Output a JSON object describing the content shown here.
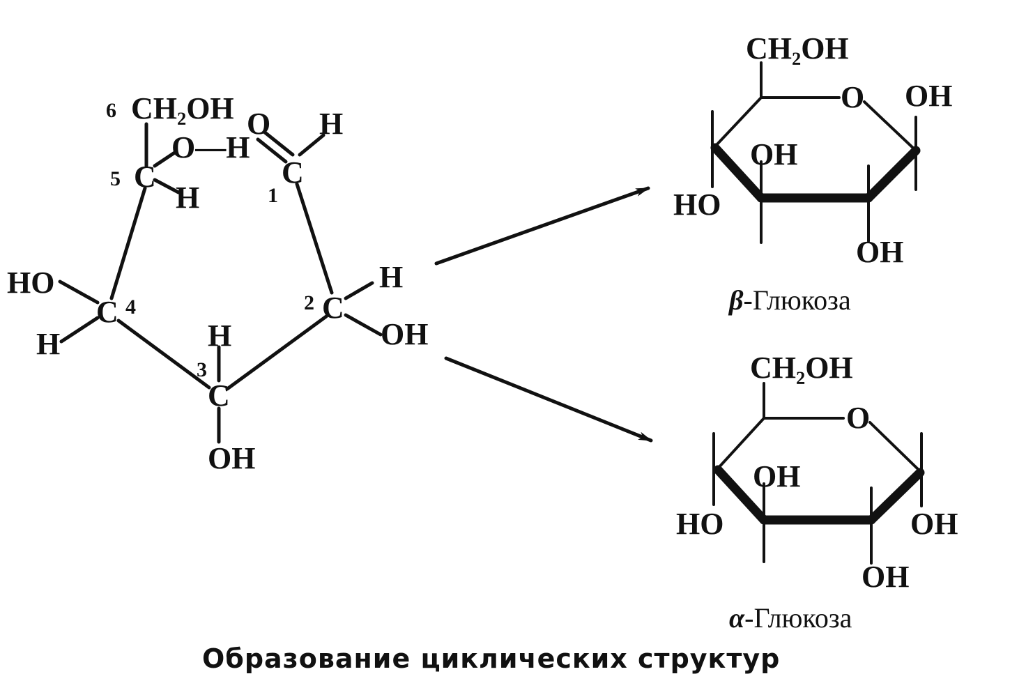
{
  "open_chain": {
    "c6_number": "6",
    "c6_group": "CH₂OH",
    "c5_oh": "O—H",
    "c5_h": "H",
    "c5_number": "5",
    "c1_o": "O",
    "c1_h": "H",
    "c1_number": "1",
    "c2_h": "H",
    "c2_oh": "OH",
    "c2_number": "2",
    "c3_h": "H",
    "c3_oh": "OH",
    "c3_number": "3",
    "c4_ho": "HO",
    "c4_h": "H",
    "c4_number": "4",
    "carbon": "C"
  },
  "beta": {
    "ch2oh": "CH₂OH",
    "ring_o": "O",
    "oh_c1": "OH",
    "oh_c3": "OH",
    "ho_c4": "HO",
    "oh_c2": "OH",
    "caption_symbol": "β",
    "caption_text": "-Глюкоза"
  },
  "alpha": {
    "ch2oh": "CH₂OH",
    "ring_o": "O",
    "oh_c3": "OH",
    "ho_c4": "HO",
    "oh_c1": "OH",
    "oh_c2": "OH",
    "caption_symbol": "α",
    "caption_text": "-Глюкоза"
  },
  "title": "Образование циклических структур"
}
